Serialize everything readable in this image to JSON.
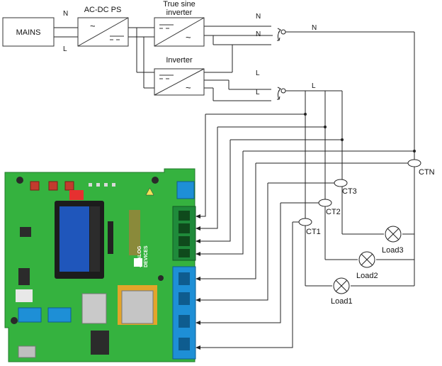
{
  "blocks": {
    "mains": "MAINS",
    "acdc": "AC-DC PS",
    "true_sine_line1": "True sine",
    "true_sine_line2": "inverter",
    "inverter": "Inverter"
  },
  "lines": {
    "n_in": "N",
    "l_in": "L",
    "n_out1": "N",
    "n_out2": "N",
    "n_bus": "N",
    "l_out1": "L",
    "l_out2": "L",
    "l_bus": "L"
  },
  "sensors": {
    "ct1": "CT1",
    "ct2": "CT2",
    "ct3": "CT3",
    "ctn": "CTN"
  },
  "loads": {
    "load1": "Load1",
    "load2": "Load2",
    "load3": "Load3"
  },
  "board": {
    "brand_line1": "ANALOG",
    "brand_line2": "DEVICES",
    "board_colors": {
      "pcb": "#33b13d",
      "lcd": "#1b53b6",
      "terminal": "#1e8fd6",
      "green_terminal": "#1f8a3a"
    }
  }
}
